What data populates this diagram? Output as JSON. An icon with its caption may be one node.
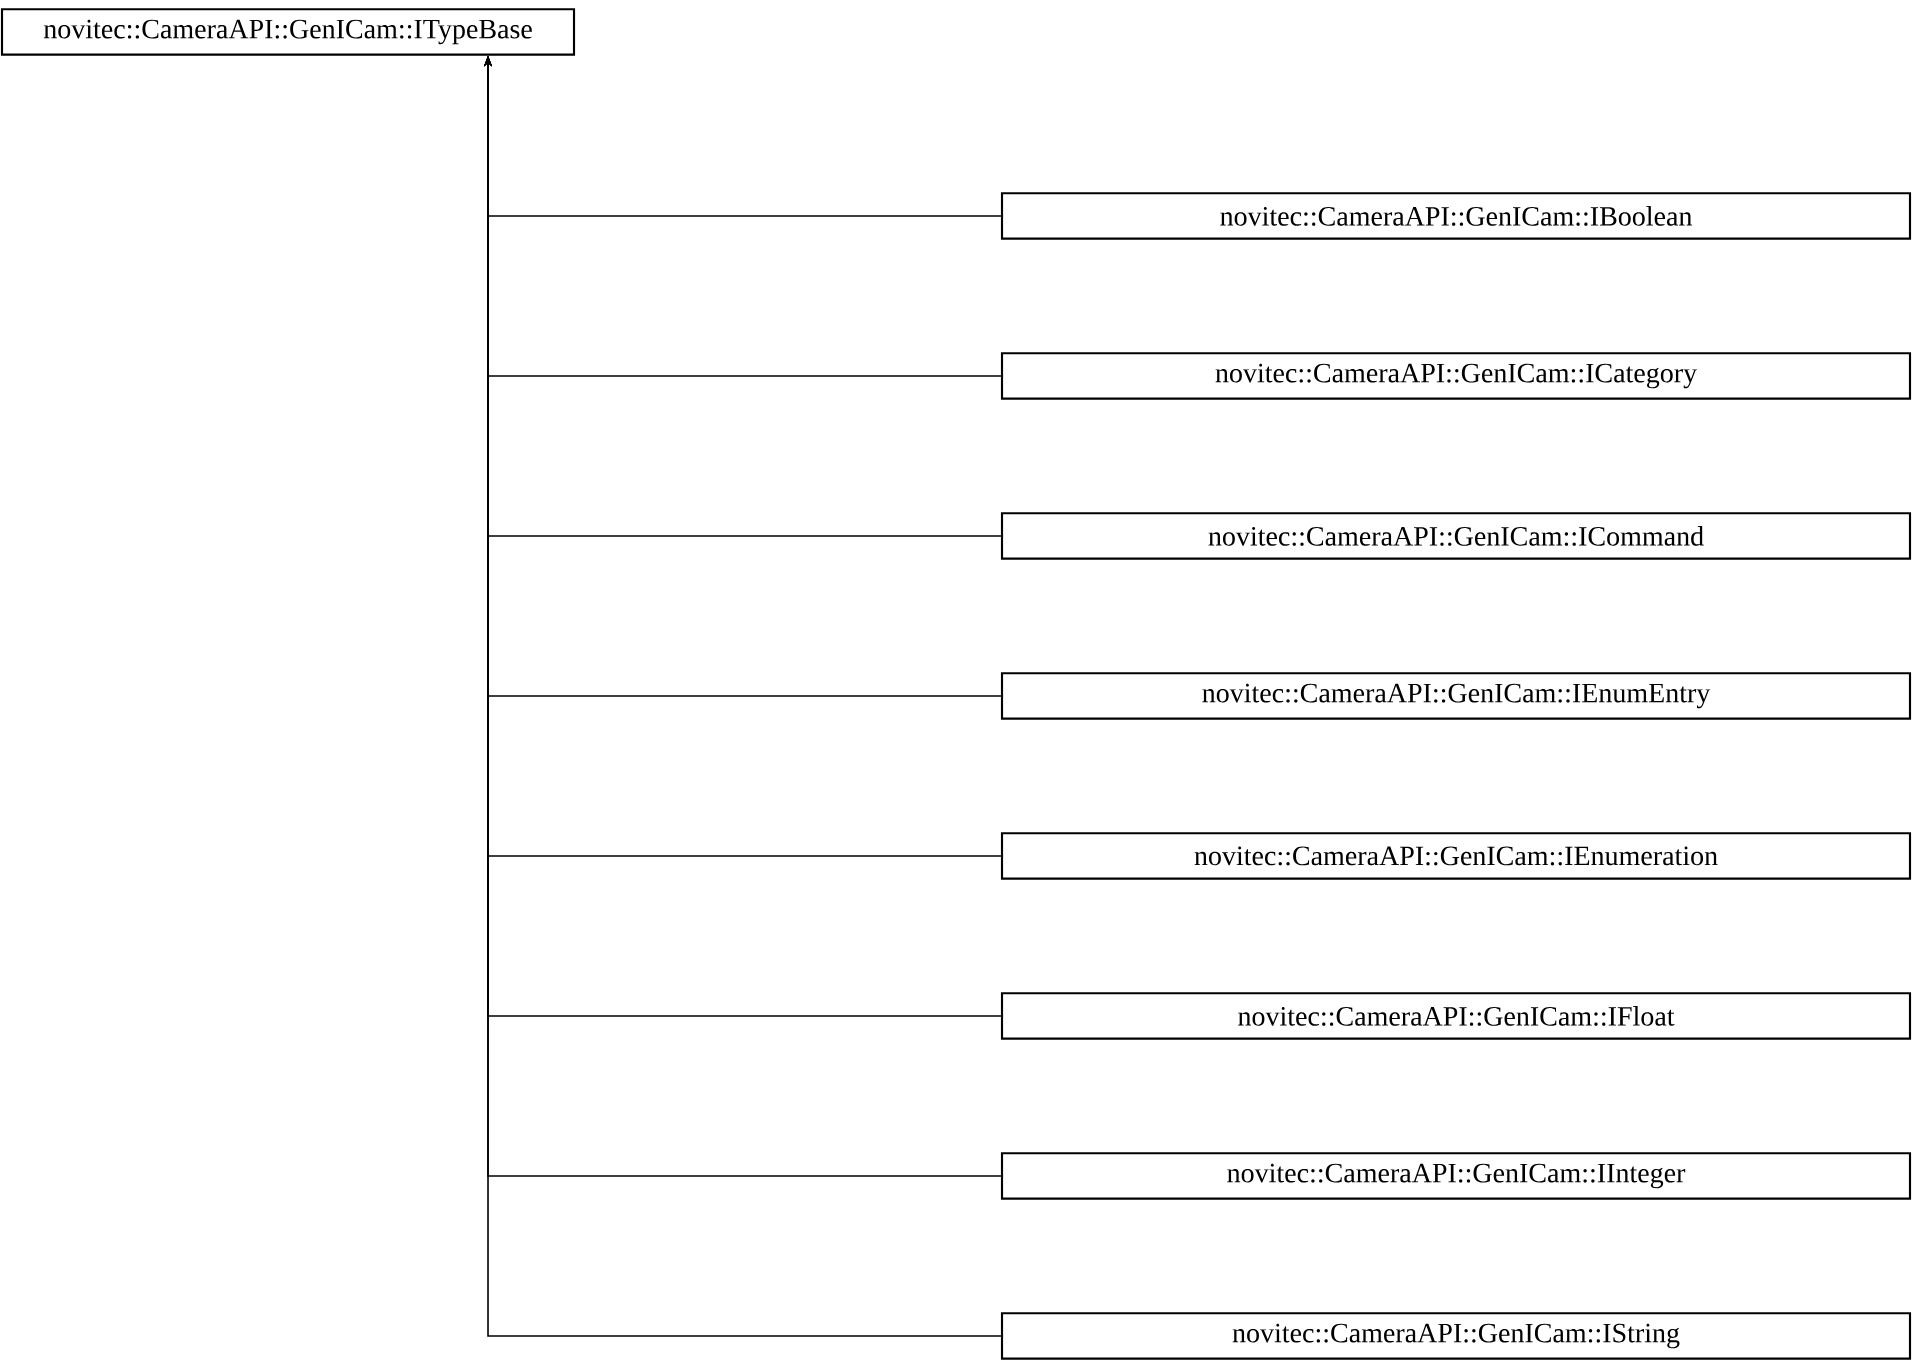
{
  "diagram": {
    "nodes": [
      {
        "text": [
          "novitec::CameraAPI::GenICam::ITypeBase"
        ]
      },
      {
        "text": [
          "novitec::CameraAPI::GenICam::IBoolean"
        ]
      },
      {
        "text": [
          "novitec::CameraAPI::GenICam::ICategory"
        ]
      },
      {
        "text": [
          "novitec::CameraAPI::GenICam::ICommand"
        ]
      },
      {
        "text": [
          "novitec::CameraAPI::GenICam::IEnumEntry"
        ]
      },
      {
        "text": [
          "novitec::CameraAPI::GenICam::IEnumeration"
        ]
      },
      {
        "text": [
          "novitec::CameraAPI::GenICam::IFloat"
        ]
      },
      {
        "text": [
          "novitec::CameraAPI::GenICam::IInteger"
        ]
      },
      {
        "text": [
          "novitec::CameraAPI::GenICam::IString"
        ]
      }
    ],
    "edges": [
      {
        "from": 1,
        "to": 0,
        "arrow": "to"
      },
      {
        "from": 2,
        "to": 0,
        "arrow": "to"
      },
      {
        "from": 3,
        "to": 0,
        "arrow": "to"
      },
      {
        "from": 4,
        "to": 0,
        "arrow": "to"
      },
      {
        "from": 5,
        "to": 0,
        "arrow": "to"
      },
      {
        "from": 6,
        "to": 0,
        "arrow": "to"
      },
      {
        "from": 7,
        "to": 0,
        "arrow": "to"
      },
      {
        "from": 8,
        "to": 0,
        "arrow": "to"
      }
    ]
  }
}
